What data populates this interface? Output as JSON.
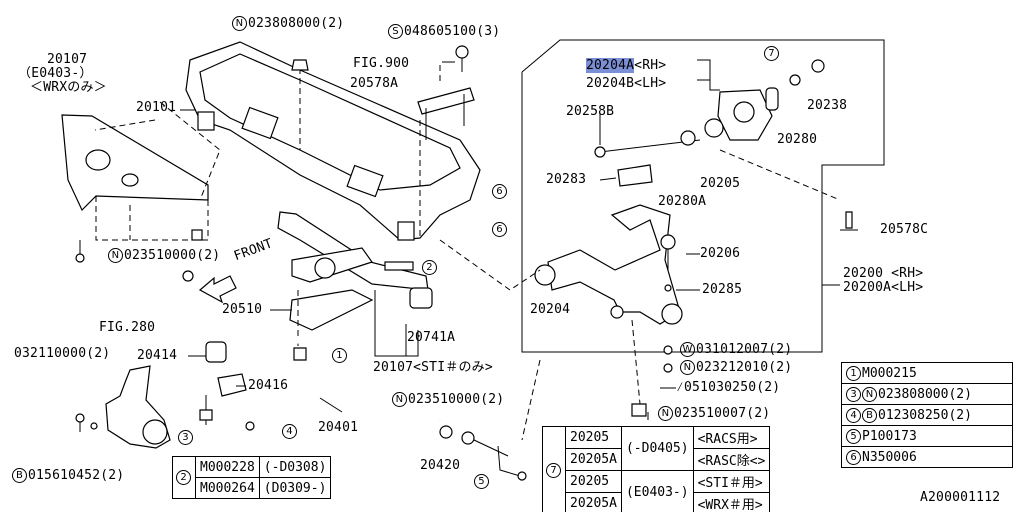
{
  "labels": {
    "l20107a": "20107",
    "l20107b": "（E0403-）",
    "l20107c": "＜WRXのみ＞",
    "l20101": "20101",
    "n023808": "023808000(2)",
    "s048605": "048605100(3)",
    "fig900": "FIG.900",
    "l20578a": "20578A",
    "l20204a": "20204A",
    "l20204a_rh": "<RH>",
    "l20204b": "20204B<LH>",
    "l20258b": "20258B",
    "l20238": "20238",
    "l20280": "20280",
    "l20283": "20283",
    "l20205": "20205",
    "l20280a": "20280A",
    "l20578c": "20578C",
    "l20206": "20206",
    "l20285": "20285",
    "l20204": "20204",
    "l20200": "20200 <RH>",
    "l20200a": "20200A<LH>",
    "n023510a": "023510000(2)",
    "front": "FRONT",
    "l20510": "20510",
    "l20741a": "20741A",
    "l20107d": "20107<STI＃のみ>",
    "fig280": "FIG.280",
    "l032110": "032110000(2)",
    "l20414": "20414",
    "l20416": "20416",
    "l20401": "20401",
    "n023510b": "023510000(2)",
    "l20420": "20420",
    "b015610": "015610452(2)",
    "w031012": "031012007(2)",
    "n023212": "023212010(2)",
    "l051030": "051030250(2)",
    "n023510007": "023510007(2)",
    "diagram_id": "A200001112"
  },
  "callouts": [
    "1",
    "2",
    "3",
    "4",
    "5",
    "6"
  ],
  "legend_right": [
    {
      "num": "1",
      "prefix": "",
      "code": "M000215"
    },
    {
      "num": "3",
      "prefix": "N",
      "code": "023808000(2)"
    },
    {
      "num": "4",
      "prefix": "B",
      "code": "012308250(2)"
    },
    {
      "num": "5",
      "prefix": "",
      "code": "P100173"
    },
    {
      "num": "6",
      "prefix": "",
      "code": "N350006"
    }
  ],
  "legend_bottom_left": {
    "num": "2",
    "rows": [
      {
        "code": "M000228",
        "range": "(-D0308)"
      },
      {
        "code": "M000264",
        "range": "(D0309-)"
      }
    ]
  },
  "legend_bottom_center": {
    "num": "7",
    "rows": [
      {
        "part": "20205",
        "range": "(-D0405)",
        "note": "<RACS用>"
      },
      {
        "part": "20205A",
        "range": "",
        "note": "<RASC除<>"
      },
      {
        "part": "20205",
        "range": "(E0403-)",
        "note": "<STI＃用>"
      },
      {
        "part": "20205A",
        "range": "",
        "note": "<WRX＃用>"
      }
    ]
  },
  "accent_color": "#7b8fd6"
}
